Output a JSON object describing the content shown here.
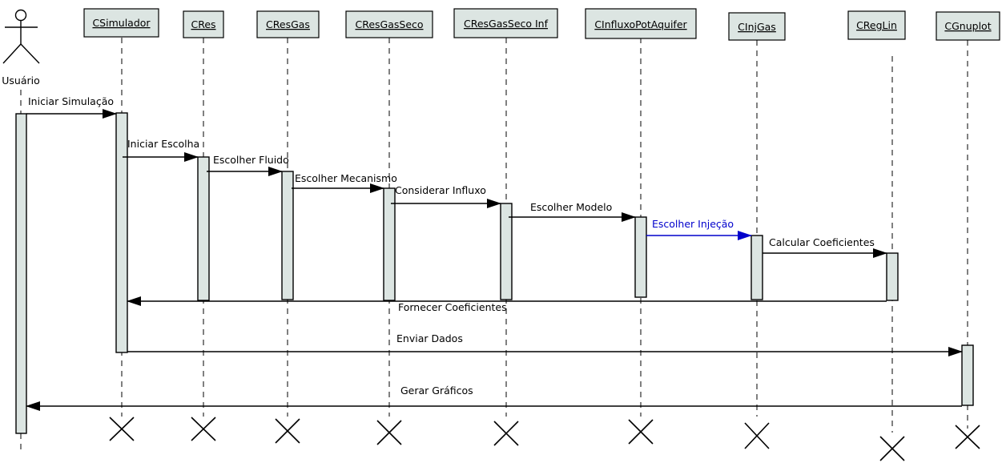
{
  "actor": {
    "name": "Usuário"
  },
  "classes": [
    {
      "id": "CSimulador",
      "label": "CSimulador"
    },
    {
      "id": "CRes",
      "label": "CRes"
    },
    {
      "id": "CResGas",
      "label": "CResGas"
    },
    {
      "id": "CResGasSeco",
      "label": "CResGasSeco"
    },
    {
      "id": "CResGasSecoInf",
      "label": "CResGasSeco Inf"
    },
    {
      "id": "CInfluxoPotAquifer",
      "label": "CInfluxoPotAquifer"
    },
    {
      "id": "CInjGas",
      "label": "CInjGas"
    },
    {
      "id": "CRegLin",
      "label": "CRegLin"
    },
    {
      "id": "CGnuplot",
      "label": "CGnuplot"
    }
  ],
  "messages": [
    {
      "from": "Usuário",
      "to": "CSimulador",
      "label": "Iniciar Simulação"
    },
    {
      "from": "CSimulador",
      "to": "CRes",
      "label": "Iniciar Escolha"
    },
    {
      "from": "CRes",
      "to": "CResGas",
      "label": "Escolher Fluido"
    },
    {
      "from": "CResGas",
      "to": "CResGasSeco",
      "label": "Escolher Mecanismo"
    },
    {
      "from": "CResGasSeco",
      "to": "CResGasSecoInf",
      "label": "Considerar Influxo"
    },
    {
      "from": "CResGasSecoInf",
      "to": "CInfluxoPotAquifer",
      "label": "Escolher Modelo"
    },
    {
      "from": "CInfluxoPotAquifer",
      "to": "CInjGas",
      "label": "Escolher Injeção",
      "color": "#0000cc"
    },
    {
      "from": "CInjGas",
      "to": "CRegLin",
      "label": "Calcular Coeficientes"
    },
    {
      "from": "CRegLin",
      "to": "CSimulador",
      "label": "Fornecer Coeficientes"
    },
    {
      "from": "CSimulador",
      "to": "CGnuplot",
      "label": "Enviar Dados"
    },
    {
      "from": "CGnuplot",
      "to": "Usuário",
      "label": "Gerar Gráficos"
    }
  ],
  "colors": {
    "box_fill": "#dce5e2",
    "line": "#000000",
    "highlight": "#0000cc"
  }
}
